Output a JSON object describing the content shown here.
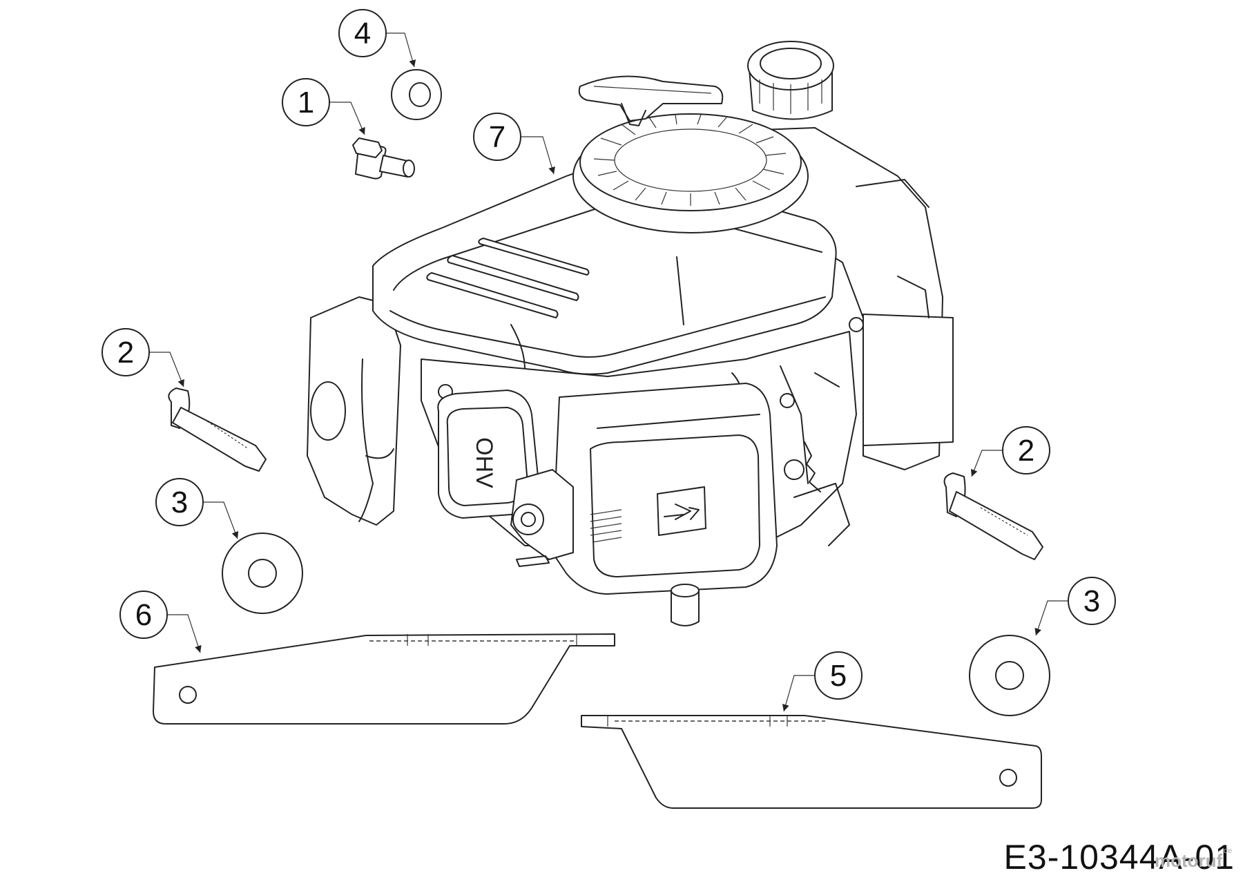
{
  "diagram": {
    "drawing_number": "E3-10344A-01",
    "watermark": {
      "text": "motoruf",
      "suffix": "de"
    },
    "engine_label": "OHV",
    "callouts": [
      {
        "id": "c1",
        "label": "1"
      },
      {
        "id": "c2a",
        "label": "2"
      },
      {
        "id": "c2b",
        "label": "2"
      },
      {
        "id": "c3a",
        "label": "3"
      },
      {
        "id": "c3b",
        "label": "3"
      },
      {
        "id": "c4",
        "label": "4"
      },
      {
        "id": "c5",
        "label": "5"
      },
      {
        "id": "c6",
        "label": "6"
      },
      {
        "id": "c7",
        "label": "7"
      }
    ]
  }
}
